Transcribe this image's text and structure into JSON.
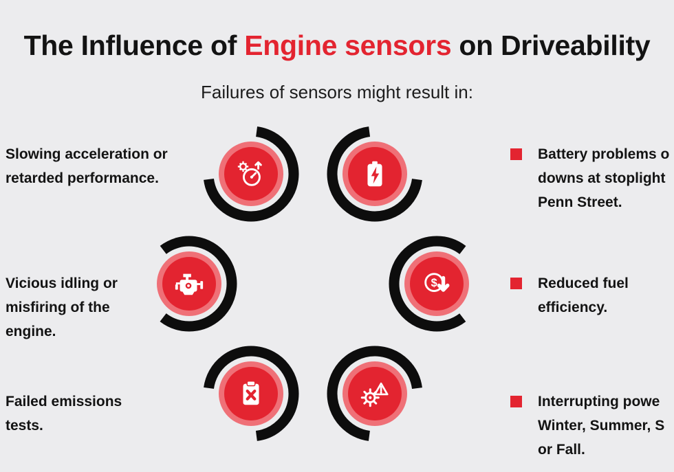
{
  "title": {
    "prefix": "The Influence of ",
    "highlight": "Engine sensors",
    "suffix": " on Driveability"
  },
  "subtitle": "Failures of sensors might result in:",
  "colors": {
    "accent_red": "#e32430",
    "light_red_ring": "#ef7077",
    "arc_black": "#0d0d0d",
    "background": "#ececee",
    "text": "#131313"
  },
  "items": {
    "left": [
      {
        "text": "Slowing acceleration or\nretarded performance.",
        "icon": "speedometer-gear-icon"
      },
      {
        "text": "Vicious idling or\nmisfiring of the\nengine.",
        "icon": "engine-icon"
      },
      {
        "text": "Failed emissions\ntests.",
        "icon": "clipboard-x-icon"
      }
    ],
    "right": [
      {
        "text": "Battery problems o\ndowns at stoplight\nPenn Street.",
        "icon": "battery-bolt-icon"
      },
      {
        "text": "Reduced fuel\nefficiency.",
        "icon": "dollar-decrease-icon"
      },
      {
        "text": "Interrupting powe\nWinter, Summer, S\nor Fall.",
        "icon": "gear-warning-icon"
      }
    ]
  }
}
